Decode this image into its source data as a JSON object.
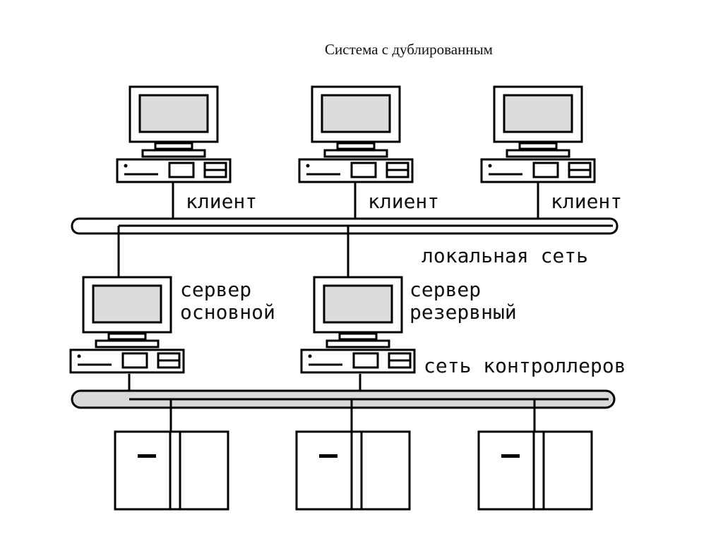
{
  "title": "Система с дублированным",
  "labels": {
    "client": "клиент",
    "local_network": "локальная сеть",
    "server_main_1": "сервер",
    "server_main_2": "основной",
    "server_backup_1": "сервер",
    "server_backup_2": "резервный",
    "controller_network": "сеть контроллеров"
  },
  "colors": {
    "lan_bus_fill": "#ffffff",
    "controller_bus_fill": "#d9d9d9",
    "screen_fill": "#dcdcdc"
  }
}
